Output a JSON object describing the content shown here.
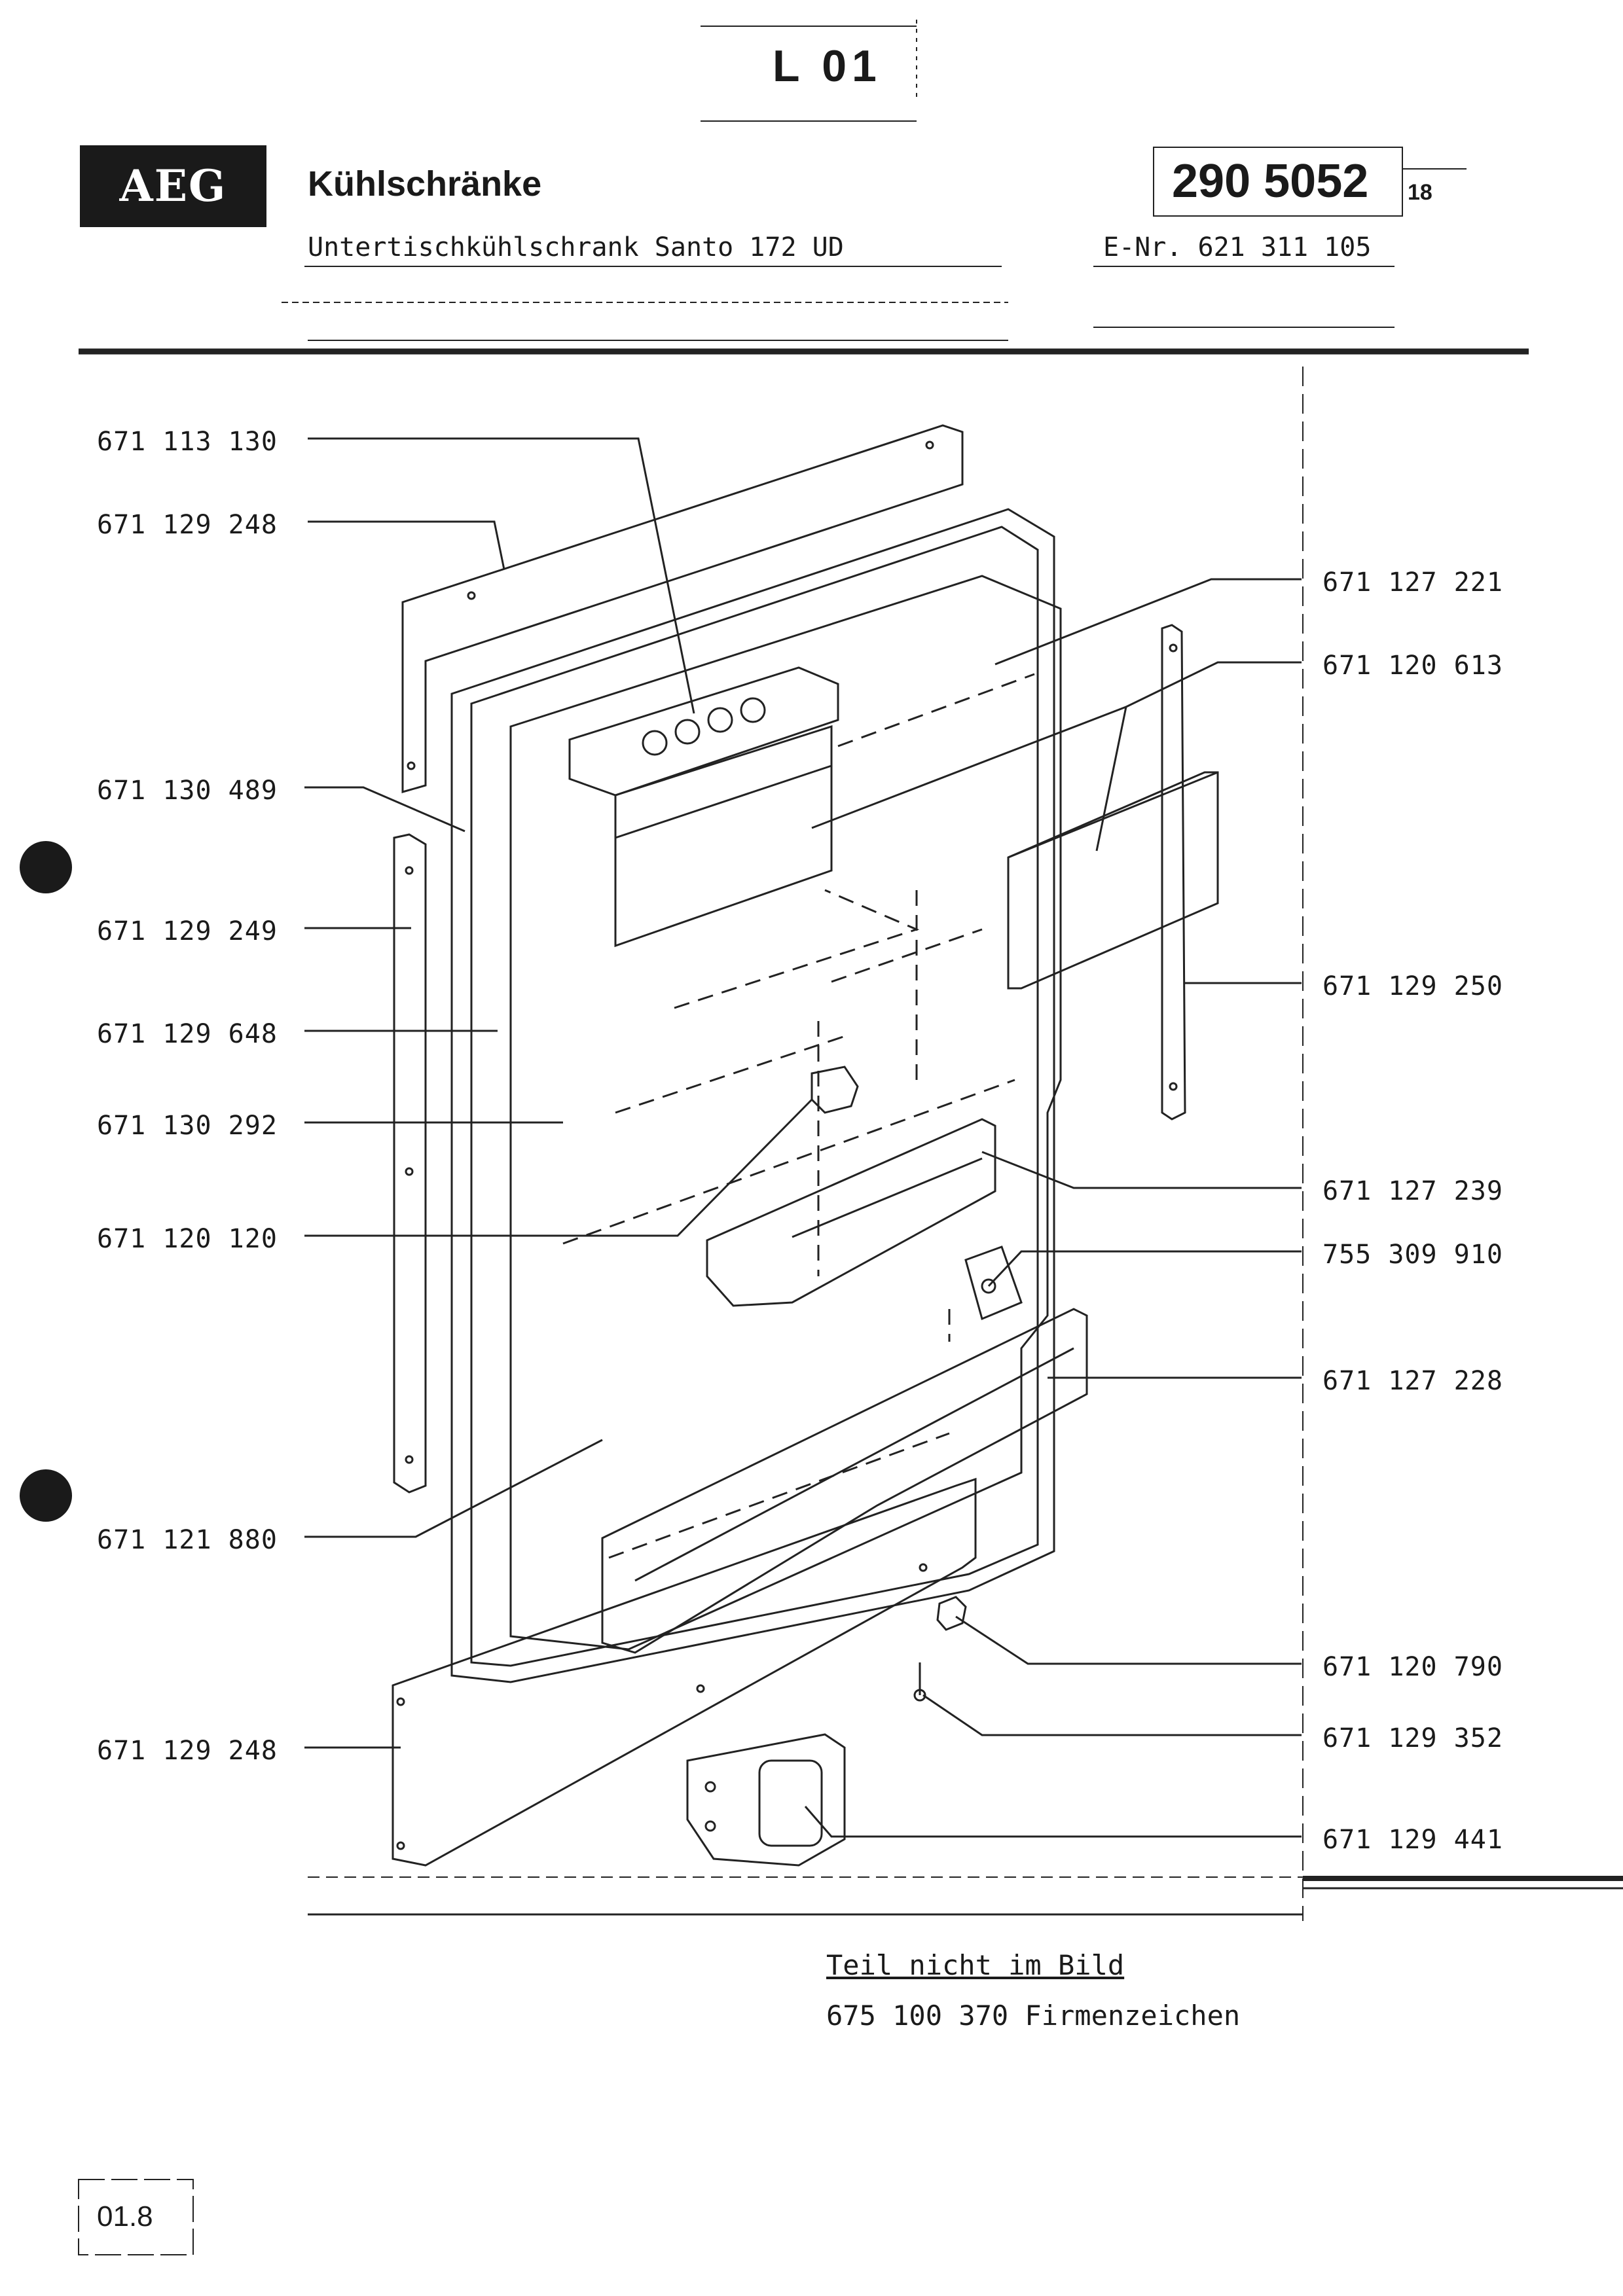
{
  "header": {
    "page_code": "L 01",
    "brand_logo": "AEG",
    "category": "Kühlschränke",
    "document_number": "290 5052",
    "document_suffix": "18",
    "model": "Untertischkühlschrank   Santo  172  UD",
    "e_number": "E-Nr. 621 311 105"
  },
  "parts_left": [
    {
      "id": "671 113 130"
    },
    {
      "id": "671 129 248"
    },
    {
      "id": "671 130 489"
    },
    {
      "id": "671 129 249"
    },
    {
      "id": "671 129 648"
    },
    {
      "id": "671 130 292"
    },
    {
      "id": "671 120 120"
    },
    {
      "id": "671 121 880"
    },
    {
      "id": "671 129 248"
    }
  ],
  "parts_right": [
    {
      "id": "671 127 221"
    },
    {
      "id": "671 120 613"
    },
    {
      "id": "671 129 250"
    },
    {
      "id": "671 127 239"
    },
    {
      "id": "755 309 910"
    },
    {
      "id": "671 127 228"
    },
    {
      "id": "671 120 790"
    },
    {
      "id": "671 129 352"
    },
    {
      "id": "671 129 441"
    }
  ],
  "notes": {
    "title": "Teil nicht im Bild",
    "item": "675 100 370 Firmenzeichen"
  },
  "footer": {
    "page_version": "01.8"
  }
}
